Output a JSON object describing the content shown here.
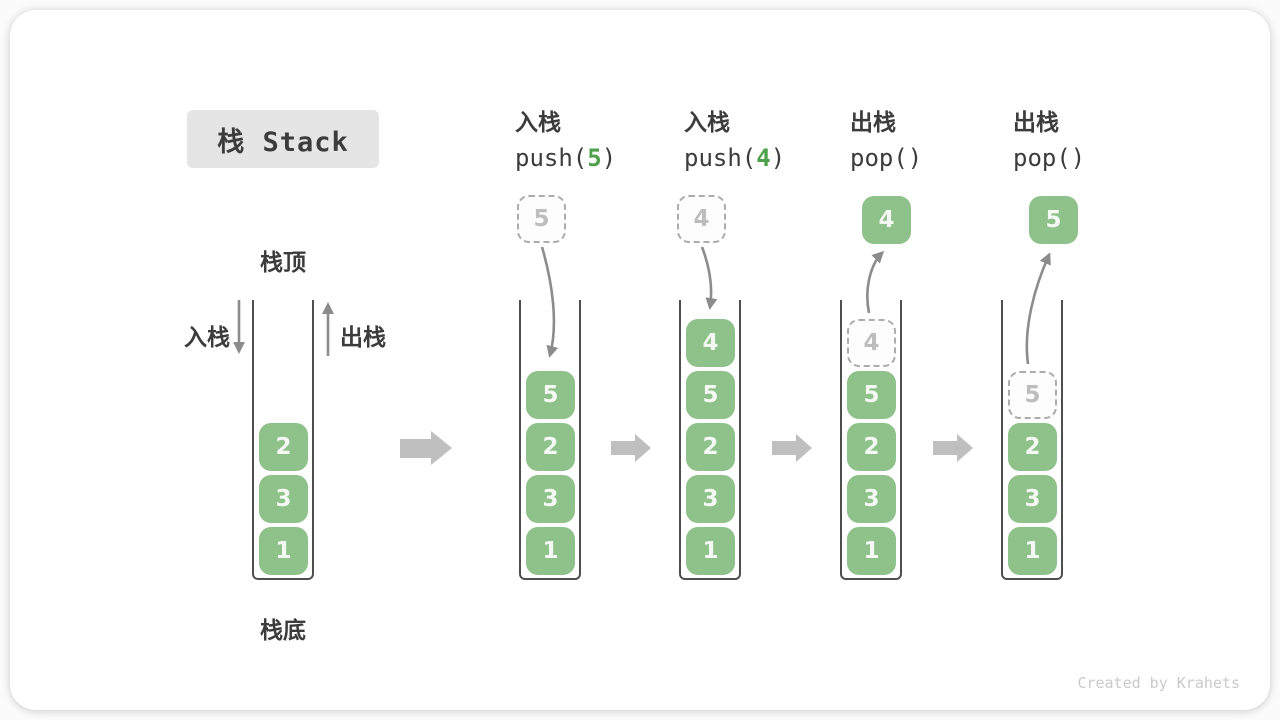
{
  "title": "栈 Stack",
  "watermark": "Created by Krahets",
  "colors": {
    "cell_green": "#8FC18A",
    "code_arg_green": "#4EA14B",
    "arrow_gray": "#8C8C8C",
    "block_arrow_gray": "#BFBFBF",
    "ghost_gray": "#ACACAC",
    "text_dark": "#3C3C3C",
    "title_bg": "#E5E5E5"
  },
  "side_labels": {
    "stack_top": "栈顶",
    "stack_bottom": "栈底",
    "push": "入栈",
    "pop": "出栈"
  },
  "operations": [
    {
      "label": "入栈",
      "code_pre": "push(",
      "arg": "5",
      "code_post": ")"
    },
    {
      "label": "入栈",
      "code_pre": "push(",
      "arg": "4",
      "code_post": ")"
    },
    {
      "label": "出栈",
      "code_pre": "pop(",
      "arg": "",
      "code_post": ")"
    },
    {
      "label": "出栈",
      "code_pre": "pop(",
      "arg": "",
      "code_post": ")"
    }
  ],
  "stacks": [
    {
      "name": "initial",
      "cells": [
        "2",
        "3",
        "1"
      ]
    },
    {
      "name": "after-push-5",
      "floating": "5",
      "floating_style": "dashed",
      "cells": [
        "5",
        "2",
        "3",
        "1"
      ]
    },
    {
      "name": "after-push-4",
      "floating": "4",
      "floating_style": "dashed",
      "cells": [
        "4",
        "5",
        "2",
        "3",
        "1"
      ]
    },
    {
      "name": "after-pop-4",
      "floating": "4",
      "floating_style": "solid",
      "ghost": "4",
      "cells": [
        "5",
        "2",
        "3",
        "1"
      ]
    },
    {
      "name": "after-pop-5",
      "floating": "5",
      "floating_style": "solid",
      "ghost": "5",
      "cells": [
        "2",
        "3",
        "1"
      ]
    }
  ]
}
